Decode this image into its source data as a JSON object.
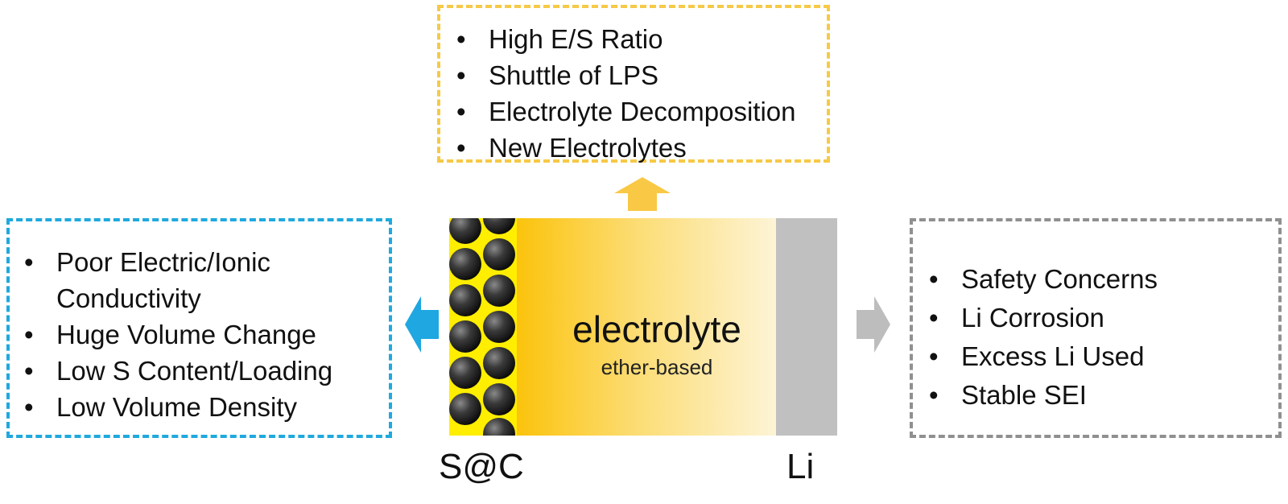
{
  "top_box": {
    "items": [
      "High E/S Ratio",
      "Shuttle of LPS",
      "Electrolyte Decomposition",
      "New Electrolytes"
    ],
    "border_color": "#f6c947"
  },
  "left_box": {
    "items": [
      "Poor Electric/Ionic Conductivity",
      "Huge Volume Change",
      "Low S Content/Loading",
      "Low Volume Density"
    ],
    "border_color": "#1fa9de"
  },
  "right_box": {
    "items": [
      "Safety Concerns",
      "Li Corrosion",
      "Excess Li Used",
      "Stable SEI"
    ],
    "border_color": "#909090"
  },
  "cell": {
    "electrolyte_label": "electrolyte",
    "electrolyte_sublabel": "ether-based",
    "cathode_label": "S@C",
    "anode_label": "Li"
  },
  "colors": {
    "up_arrow": "#f9c845",
    "left_arrow": "#1ea7e0",
    "right_arrow": "#bdbdbd",
    "electrolyte_gradient_start": "#fbc30c",
    "electrolyte_gradient_end": "#fdf4d6",
    "cathode_backing": "#ffee00",
    "lithium": "#c0c0c0"
  },
  "icons": {
    "up_arrow": "arrow-up-icon",
    "left_arrow": "arrow-left-icon",
    "right_arrow": "arrow-right-icon"
  }
}
